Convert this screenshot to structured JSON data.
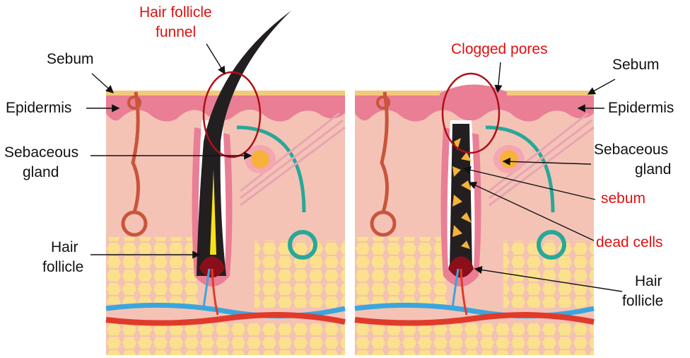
{
  "left_panel": {
    "title_line1": "Hair follicle",
    "title_line2": "funnel",
    "sebum": "Sebum",
    "epidermis": "Epidermis",
    "sebaceous_line1": "Sebaceous",
    "sebaceous_line2": "gland",
    "hair_follicle_line1": "Hair",
    "hair_follicle_line2": "follicle"
  },
  "right_panel": {
    "title": "Clogged pores",
    "sebum": "Sebum",
    "epidermis": "Epidermis",
    "sebaceous_line1": "Sebaceous",
    "sebaceous_line2": "gland",
    "sebum_red": "sebum",
    "dead_cells": "dead cells",
    "hair_follicle_line1": "Hair",
    "hair_follicle_line2": "follicle"
  },
  "colors": {
    "highlight": "#e01010",
    "circle": "#b01018",
    "dermis": "#f4c3b6",
    "epidermis": "#e97e95",
    "fat": "#fbe08e"
  }
}
